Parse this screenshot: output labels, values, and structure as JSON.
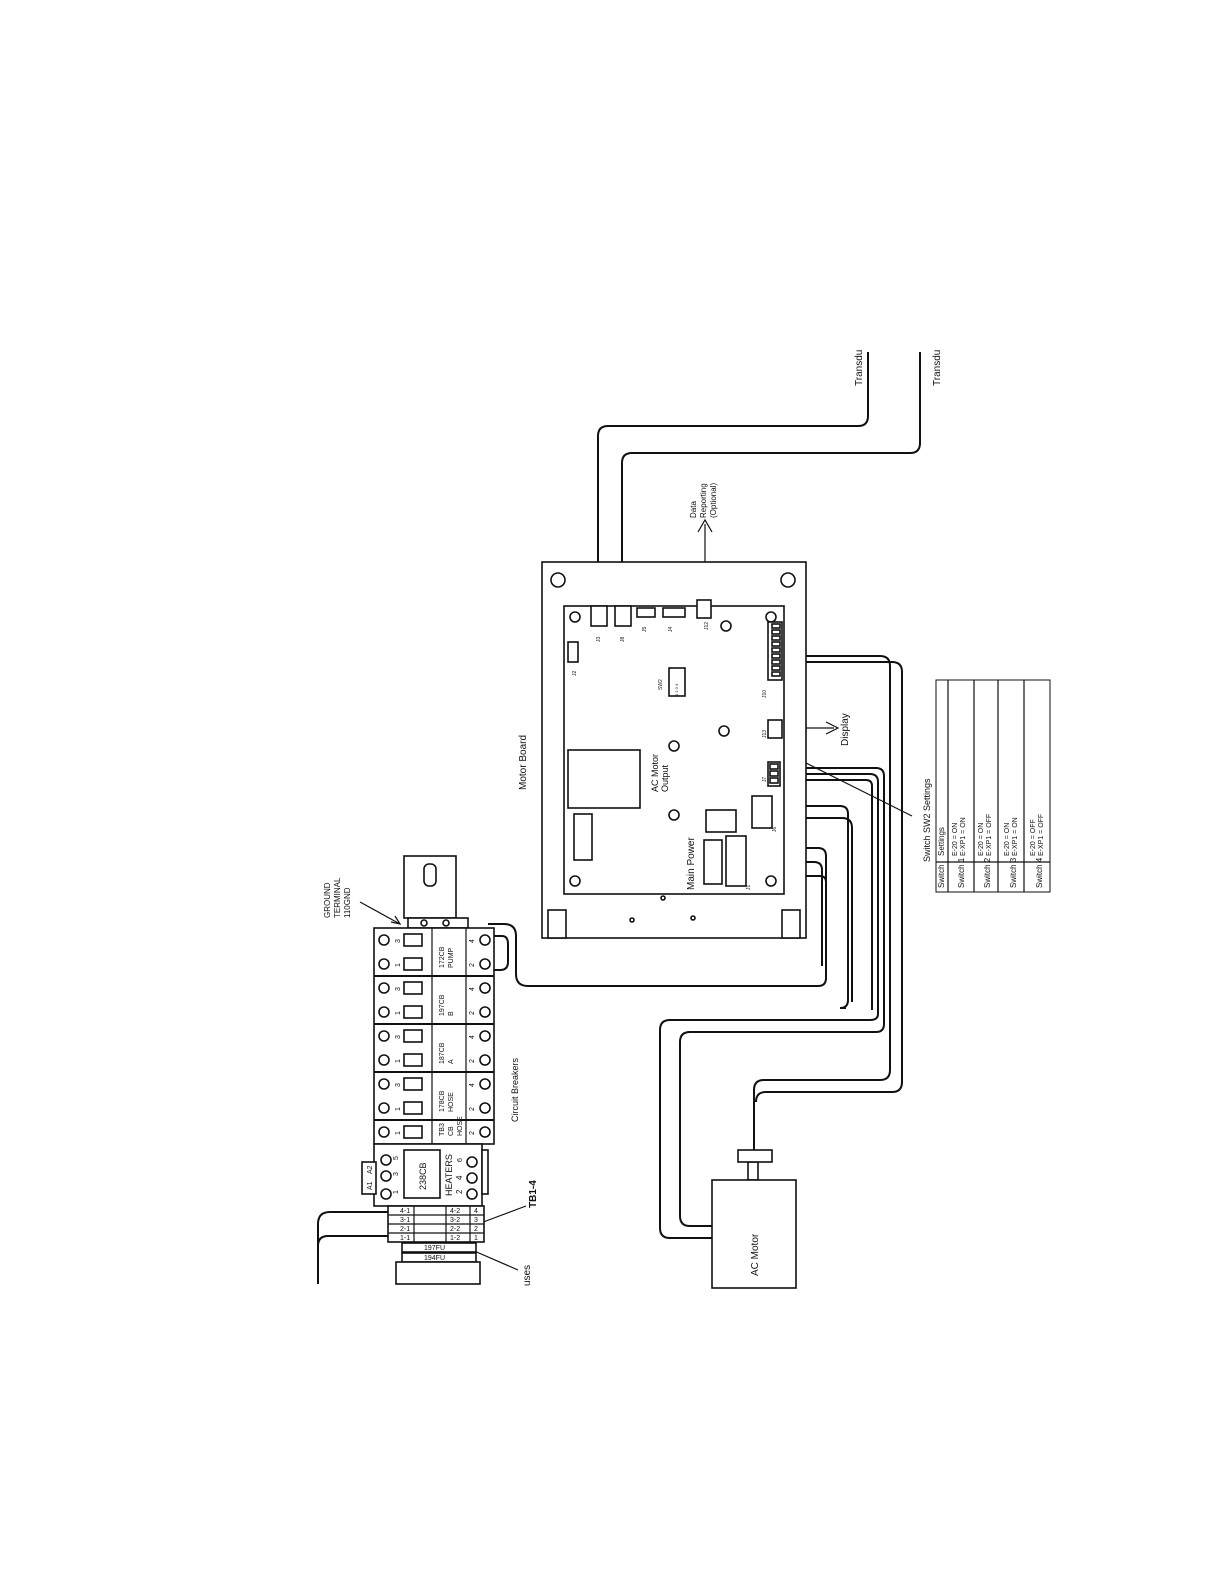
{
  "labels": {
    "ground_terminal": [
      "GROUND",
      "TERMINAL",
      "110GND"
    ],
    "motor_board": "Motor Board",
    "data_reporting": [
      "Data",
      "Reporting",
      "(Optional)"
    ],
    "display": "Display",
    "ac_motor_output": [
      "AC Motor",
      "Output"
    ],
    "main_power": "Main Power",
    "switch_sw2_settings": "Switch SW2 Settings",
    "circuit_breakers": "Circuit Breakers",
    "tb1_4": "TB1-4",
    "fuses_partial": "uses",
    "ac_motor": "AC Motor",
    "transducer_1": "Transdu",
    "transducer_2": "Transdu"
  },
  "connectors": {
    "j2": "J2",
    "j3": "J3",
    "j8": "J8",
    "j5": "J5",
    "j4": "J4",
    "j12": "J12",
    "sw2": "SW2",
    "sw2_pins": "1 2 3 4",
    "j10": "J10",
    "j13": "J13",
    "j7": "J7",
    "j6": "J6",
    "j1": "J1"
  },
  "breakers": [
    {
      "name": [
        "172CB",
        "PUMP"
      ],
      "top_pins": [
        "3",
        "1"
      ],
      "bottom_pins": [
        "4",
        "2"
      ]
    },
    {
      "name": [
        "197CB",
        "B"
      ],
      "top_pins": [
        "3",
        "1"
      ],
      "bottom_pins": [
        "4",
        "2"
      ]
    },
    {
      "name": [
        "187CB",
        "A"
      ],
      "top_pins": [
        "3",
        "1"
      ],
      "bottom_pins": [
        "4",
        "2"
      ]
    },
    {
      "name": [
        "178CB",
        "HOSE"
      ],
      "top_pins": [
        "3",
        "1"
      ],
      "bottom_pins": [
        "4",
        "2"
      ]
    },
    {
      "name": [
        "TB3",
        "CB",
        "HOSE"
      ],
      "top_pins": [
        "1"
      ],
      "bottom_pins": [
        "2"
      ]
    }
  ],
  "contactor": {
    "name": "238CB",
    "heaters": [
      "HEATERS",
      "4",
      "2"
    ],
    "coil": [
      "A2",
      "A1"
    ],
    "top_pins": [
      "5",
      "3",
      "1"
    ],
    "side_pin": "6"
  },
  "terminal_block": {
    "left": [
      "4-1",
      "3-1",
      "2-1",
      "1-1"
    ],
    "right": [
      "4-2",
      "3-2",
      "2-2",
      "1-2"
    ],
    "numbers": [
      "4",
      "3",
      "2",
      "1"
    ]
  },
  "fuses": [
    "197FU",
    "194FU"
  ],
  "sw2_table": {
    "headers": [
      "Switch",
      "Settings"
    ],
    "rows": [
      {
        "switch": "Switch 1",
        "settings": [
          "E-20 = ON",
          "E-XP1 = ON"
        ]
      },
      {
        "switch": "Switch 2",
        "settings": [
          "E-20 = ON",
          "E-XP1 = OFF"
        ]
      },
      {
        "switch": "Switch 3",
        "settings": [
          "E-20 = ON",
          "E-XP1 = ON"
        ]
      },
      {
        "switch": "Switch 4",
        "settings": [
          "E-20 = OFF",
          "E-XP1 = OFF"
        ]
      }
    ]
  }
}
